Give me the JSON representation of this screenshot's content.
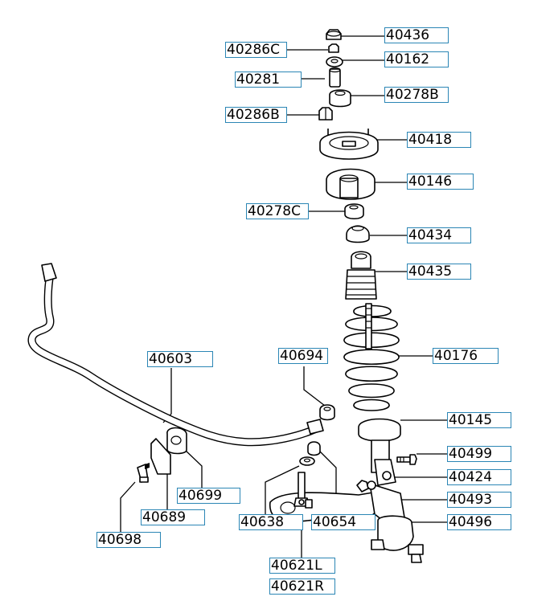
{
  "diagram": {
    "line_color": "#000000",
    "label_border_color": "#2b86b5",
    "callouts": [
      {
        "id": "40436"
      },
      {
        "id": "40286C"
      },
      {
        "id": "40162"
      },
      {
        "id": "40281"
      },
      {
        "id": "40278B"
      },
      {
        "id": "40286B"
      },
      {
        "id": "40418"
      },
      {
        "id": "40146"
      },
      {
        "id": "40278C"
      },
      {
        "id": "40434"
      },
      {
        "id": "40435"
      },
      {
        "id": "40603"
      },
      {
        "id": "40694"
      },
      {
        "id": "40176"
      },
      {
        "id": "40145"
      },
      {
        "id": "40499"
      },
      {
        "id": "40424"
      },
      {
        "id": "40699"
      },
      {
        "id": "40493"
      },
      {
        "id": "40689"
      },
      {
        "id": "40638"
      },
      {
        "id": "40654"
      },
      {
        "id": "40496"
      },
      {
        "id": "40698"
      },
      {
        "id": "40621L"
      },
      {
        "id": "40621R"
      }
    ]
  }
}
